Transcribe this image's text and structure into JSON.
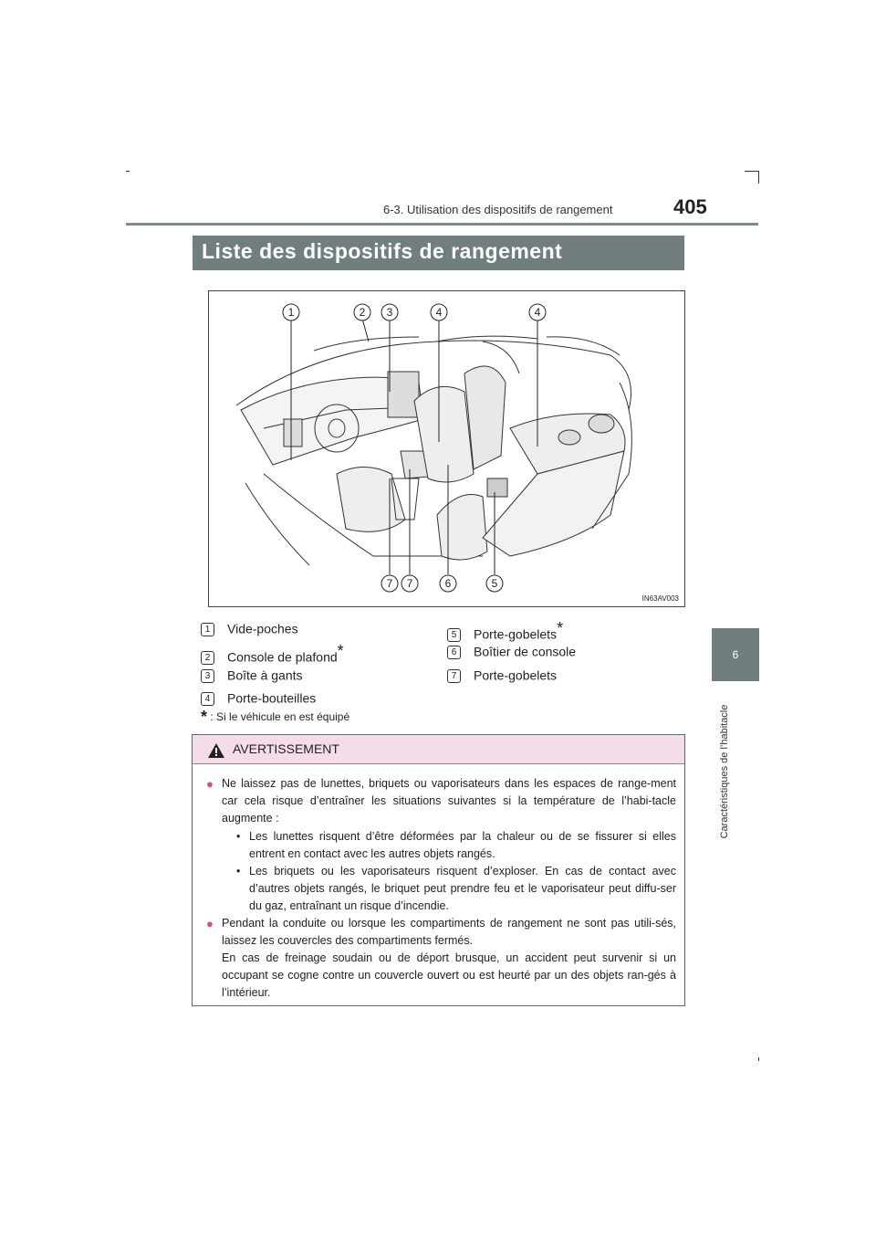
{
  "header": {
    "section": "6-3. Utilisation des dispositifs de rangement",
    "page_number": "405"
  },
  "side_tab": {
    "chapter_number": "6",
    "chapter_label": "Caractéristiques de l’habitacle"
  },
  "title": "Liste des dispositifs de rangement",
  "figure": {
    "code": "IN63AV003",
    "callouts_top": [
      "1",
      "2",
      "3",
      "4",
      "4"
    ],
    "callouts_bottom": [
      "7",
      "7",
      "6",
      "5"
    ]
  },
  "legend": [
    {
      "num": "1",
      "label": "Vide-poches",
      "star": ""
    },
    {
      "num": "2",
      "label": "Console de plafond",
      "star": "*"
    },
    {
      "num": "3",
      "label": "Boîte à gants",
      "star": ""
    },
    {
      "num": "4",
      "label": "Porte-bouteilles",
      "star": ""
    },
    {
      "num": "5",
      "label": "Porte-gobelets",
      "star": "*"
    },
    {
      "num": "6",
      "label": "Boîtier de console",
      "star": ""
    },
    {
      "num": "7",
      "label": "Porte-gobelets",
      "star": ""
    }
  ],
  "footnote": {
    "star": "*",
    "text": ": Si le véhicule en est équipé"
  },
  "warning": {
    "heading": "AVERTISSEMENT",
    "p1": "Ne laissez pas de lunettes, briquets ou vaporisateurs dans les espaces de range-ment car cela risque d’entraîner les situations suivantes si la température de l’habi-tacle augmente :",
    "sub1": "Les lunettes risquent d’être déformées par la chaleur ou de se fissurer si elles entrent en contact avec les autres objets rangés.",
    "sub2": "Les briquets ou les vaporisateurs risquent d’exploser. En cas de contact avec d’autres objets rangés, le briquet peut prendre feu et le vaporisateur peut diffu-ser du gaz, entraînant un risque d’incendie.",
    "p2": "Pendant la conduite ou lorsque les compartiments de rangement ne sont pas utili-sés, laissez les couvercles des compartiments fermés.",
    "p3": "En cas de freinage soudain ou de déport brusque, un accident peut survenir si un occupant se cogne contre un couvercle ouvert ou est heurté par un des objets ran-gés à l’intérieur.",
    "bullet_color": "#e2458a"
  }
}
